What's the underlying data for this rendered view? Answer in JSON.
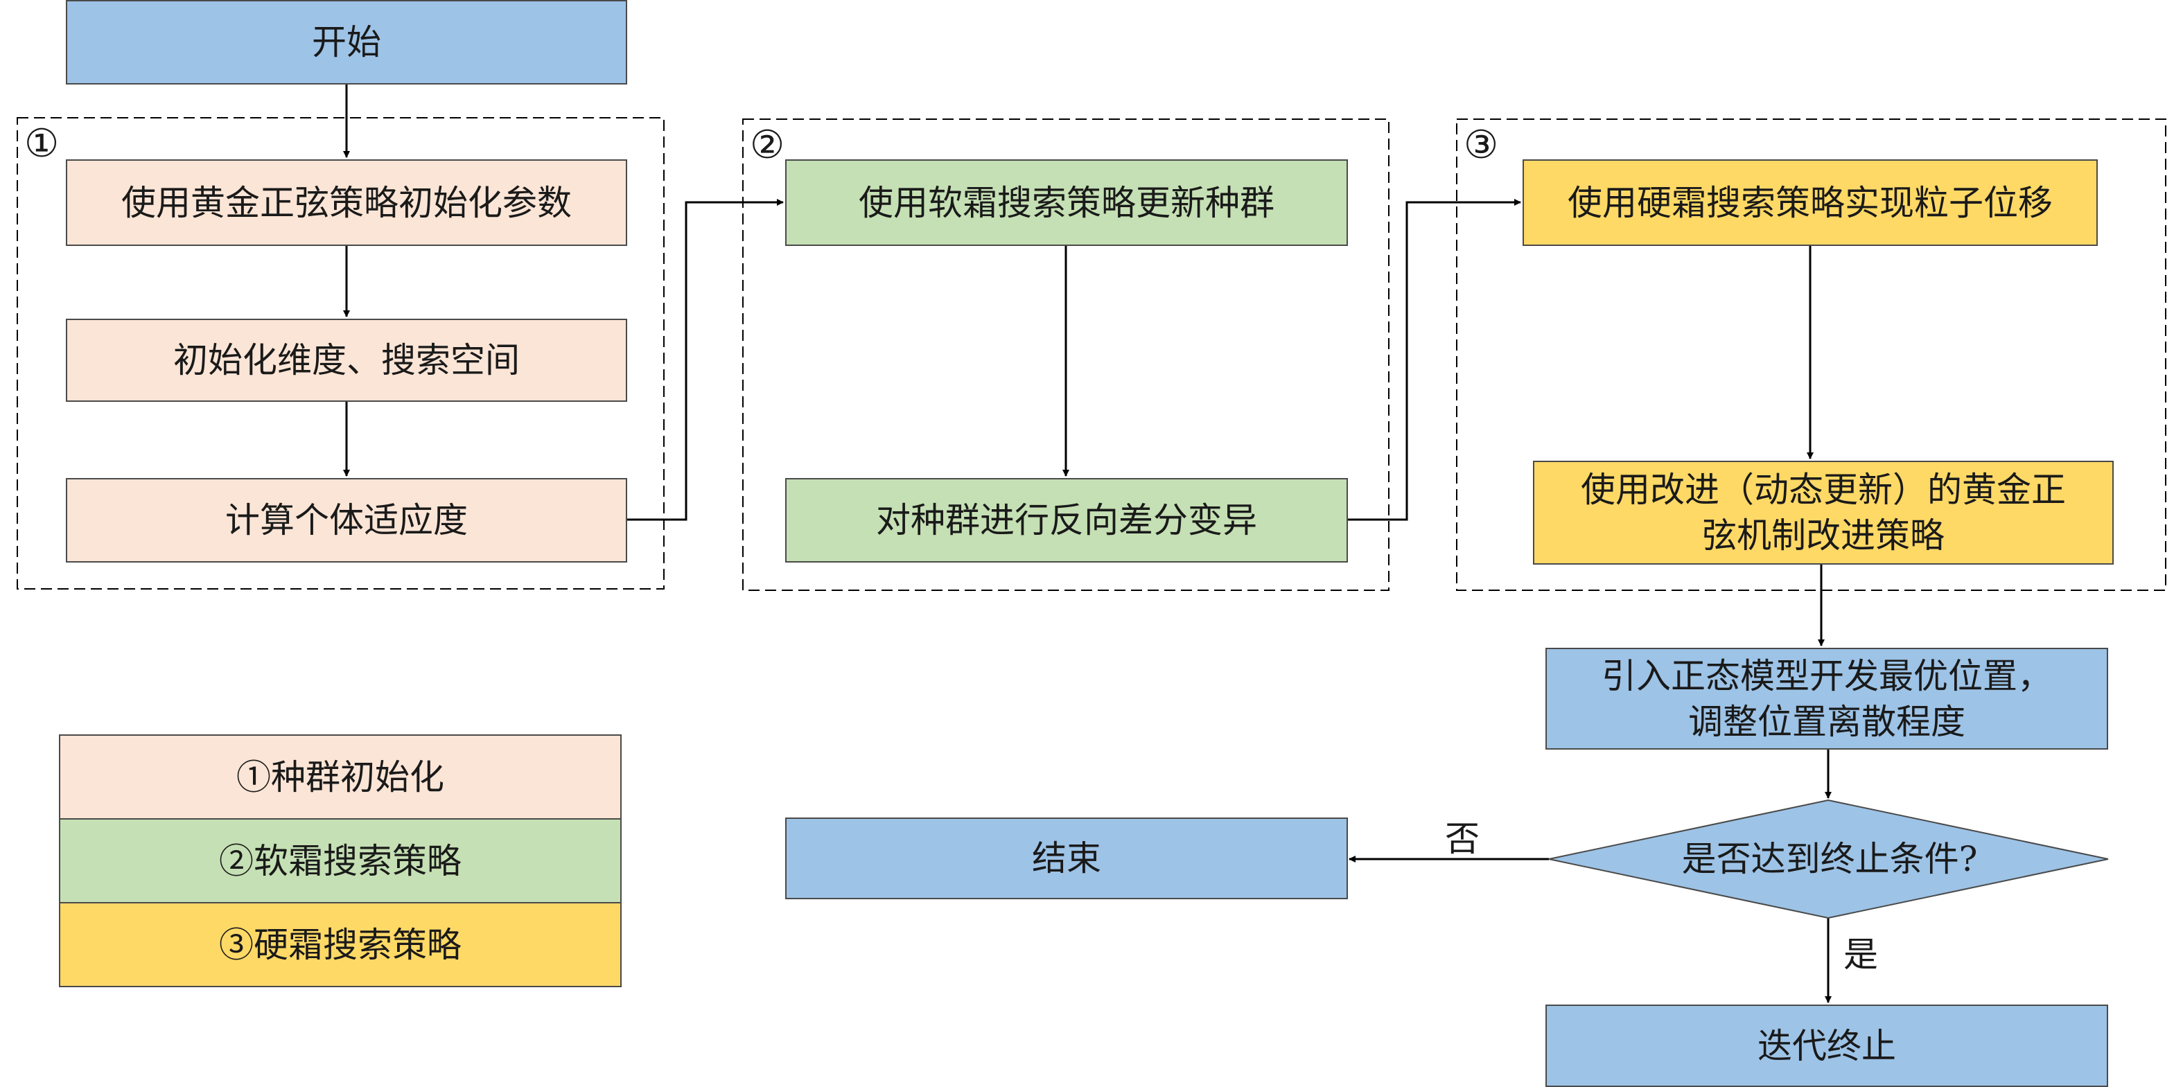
{
  "colors": {
    "init": "#fbe5d6",
    "soft_frost": "#c5e0b4",
    "hard_frost": "#ffd966",
    "general": "#9dc3e6",
    "border": "#4a4a4a"
  },
  "nodes": {
    "start": "开始",
    "golden_sine_init": "使用黄金正弦策略初始化参数",
    "init_dims": "初始化维度、搜索空间",
    "fitness": "计算个体适应度",
    "soft_frost_update": "使用软霜搜索策略更新种群",
    "reverse_diff": "对种群进行反向差分变异",
    "hard_frost_move": "使用硬霜搜索策略实现粒子位移",
    "improved_golden": [
      "使用改进（动态更新）的黄金正",
      "弦机制改进策略"
    ],
    "normal_model": [
      "引入正态模型开发最优位置，",
      "调整位置离散程度"
    ],
    "decision": "是否达到终止条件?",
    "end": "结束",
    "iterate": "迭代终止"
  },
  "group_labels": [
    "①",
    "②",
    "③"
  ],
  "edge_labels": {
    "no": "否",
    "yes": "是"
  },
  "legend": [
    "①种群初始化",
    "②软霜搜索策略",
    "③硬霜搜索策略"
  ]
}
